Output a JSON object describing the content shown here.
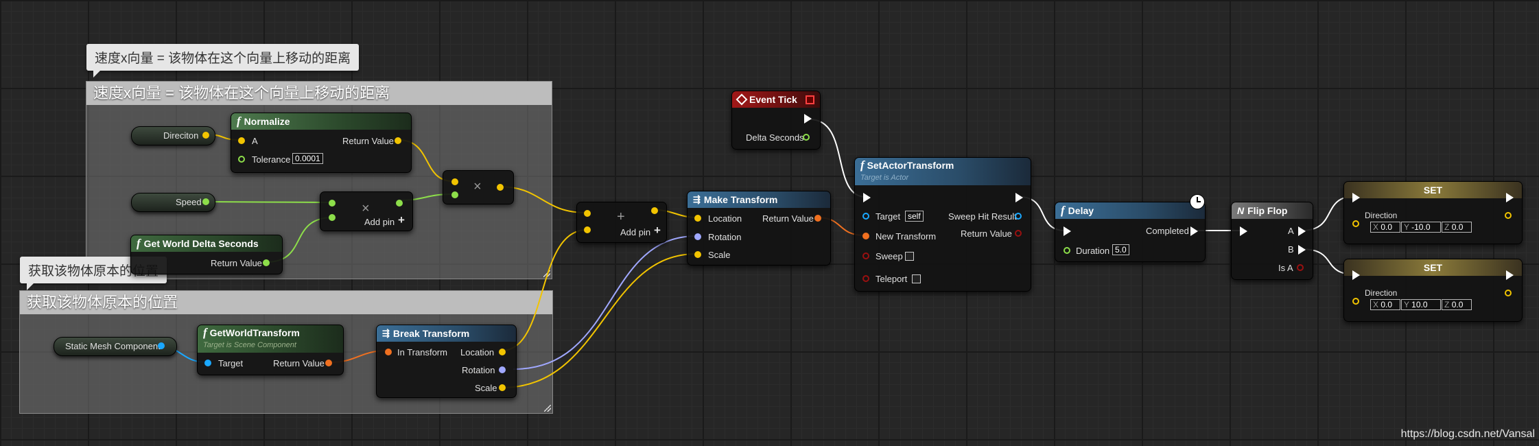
{
  "comments": {
    "speed": {
      "title": "速度x向量 = 该物体在这个向量上移动的距离"
    },
    "location": {
      "title": "获取该物体原本的位置"
    }
  },
  "vars": {
    "direction": "Direciton",
    "speed": "Speed",
    "static_mesh": "Static Mesh Component"
  },
  "normalize": {
    "title": "Normalize",
    "a": "A",
    "tolerance": "Tolerance",
    "tolerance_value": "0.0001",
    "return": "Return Value"
  },
  "world_delta": {
    "title": "Get World Delta Seconds",
    "return": "Return Value"
  },
  "multiply": {
    "symbol": "×",
    "add_pin": "Add pin"
  },
  "add": {
    "symbol": "+",
    "add_pin": "Add pin"
  },
  "get_world_transform": {
    "title": "GetWorldTransform",
    "subtitle": "Target is Scene Component",
    "target": "Target",
    "return": "Return Value"
  },
  "break_transform": {
    "title": "Break Transform",
    "in": "In Transform",
    "location": "Location",
    "rotation": "Rotation",
    "scale": "Scale"
  },
  "make_transform": {
    "title": "Make Transform",
    "location": "Location",
    "rotation": "Rotation",
    "scale": "Scale",
    "return": "Return Value"
  },
  "event_tick": {
    "title": "Event Tick",
    "delta": "Delta Seconds"
  },
  "set_actor_transform": {
    "title": "SetActorTransform",
    "subtitle": "Target is Actor",
    "target": "Target",
    "target_value": "self",
    "new_transform": "New Transform",
    "sweep": "Sweep",
    "teleport": "Teleport",
    "sweep_hit": "Sweep Hit Result",
    "return": "Return Value"
  },
  "delay": {
    "title": "Delay",
    "completed": "Completed",
    "duration": "Duration",
    "duration_value": "5.0"
  },
  "flip_flop": {
    "title": "Flip Flop",
    "a": "A",
    "b": "B",
    "is_a": "Is A"
  },
  "set1": {
    "title": "SET",
    "label": "Direction",
    "x_label": "X",
    "x": "0.0",
    "y_label": "Y",
    "y": "-10.0",
    "z_label": "Z",
    "z": "0.0"
  },
  "set2": {
    "title": "SET",
    "label": "Direction",
    "x_label": "X",
    "x": "0.0",
    "y_label": "Y",
    "y": "10.0",
    "z_label": "Z",
    "z": "0.0"
  },
  "watermark": "https://blog.csdn.net/Vansal",
  "colors": {
    "vector": "#f2c400",
    "float": "#8dde4a",
    "object": "#1aa8ff",
    "transform": "#f07020",
    "rotator": "#a0a8ff",
    "bool": "#9a1010"
  }
}
